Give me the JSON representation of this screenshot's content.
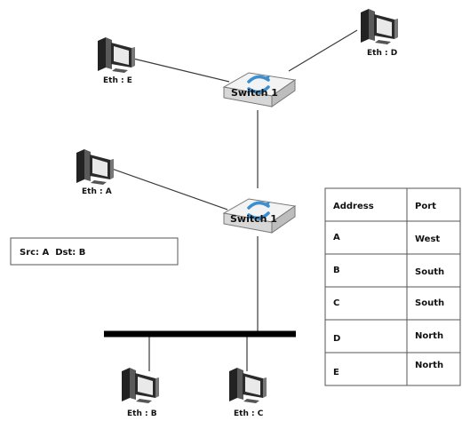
{
  "hosts": {
    "e": {
      "label": "Eth : E",
      "icon": "computer-tower-icon"
    },
    "d": {
      "label": "Eth : D",
      "icon": "computer-tower-icon"
    },
    "a": {
      "label": "Eth : A",
      "icon": "computer-tower-icon"
    },
    "b": {
      "label": "Eth : B",
      "icon": "computer-tower-icon"
    },
    "c": {
      "label": "Eth : C",
      "icon": "computer-tower-icon"
    }
  },
  "switches": {
    "top": {
      "label": "Switch 1",
      "icon": "network-switch-icon"
    },
    "bottom": {
      "label": "Switch 1",
      "icon": "network-switch-icon"
    }
  },
  "frame": {
    "label": "Src: A  Dst: B"
  },
  "forwarding_table": {
    "headers": {
      "address": "Address",
      "port": "Port"
    },
    "rows": [
      {
        "address": "A",
        "port": "West"
      },
      {
        "address": "B",
        "port": "South"
      },
      {
        "address": "C",
        "port": "South"
      },
      {
        "address": "D",
        "port": "North"
      },
      {
        "address": "E",
        "port": "North"
      }
    ]
  },
  "colors": {
    "switch_body": "#eeeeee",
    "switch_arrow": "#3a8fd0",
    "computer_dark": "#333333",
    "bus": "#000000"
  }
}
